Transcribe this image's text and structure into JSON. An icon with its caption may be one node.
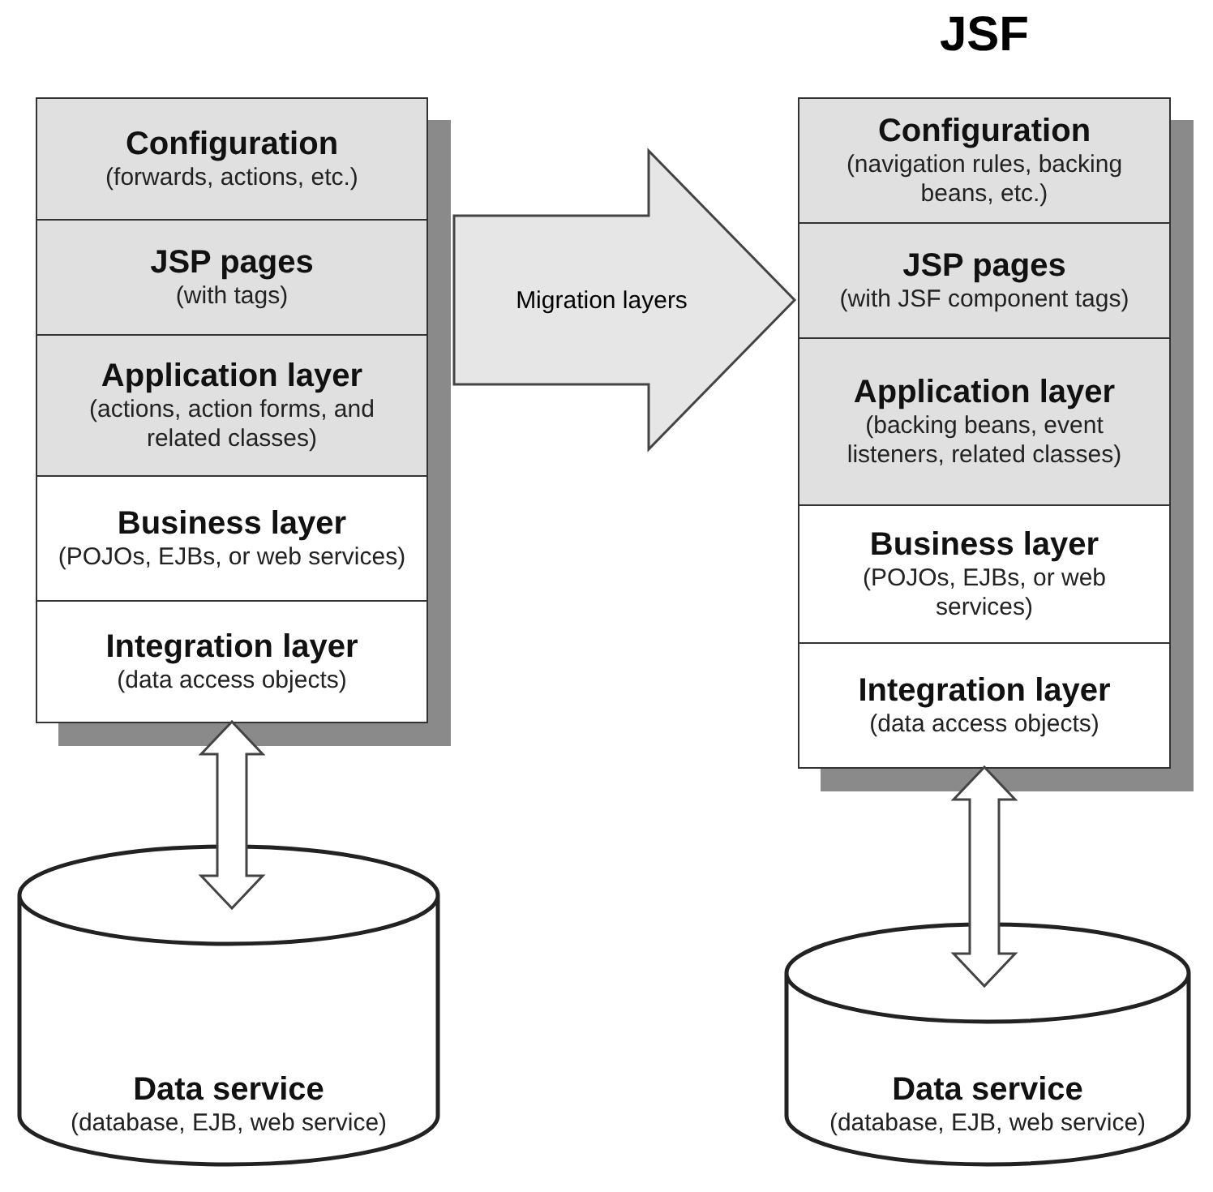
{
  "diagram": {
    "nodes": [
      {
        "text": [],
        "shape": "box"
      },
      {
        "text": [
          "Configuration",
          "(forwards, actions, etc.)"
        ],
        "in": 0
      },
      {
        "text": [
          "JSP pages",
          "(with tags)"
        ],
        "in": 0
      },
      {
        "text": [
          "Application layer",
          "(actions, action forms, and related classes)"
        ],
        "in": 0
      },
      {
        "text": [
          "Business layer",
          "(POJOs, EJBs, or web services)"
        ],
        "in": 0
      },
      {
        "text": [
          "Integration layer",
          "(data access objects)"
        ],
        "in": 0
      },
      {
        "text": [
          "Data service",
          "(database, EJB, web service)"
        ]
      },
      {
        "text": [
          "JSF"
        ]
      },
      {
        "text": [
          "Configuration",
          "(navigation rules, backing beans, etc.)"
        ],
        "in": 7
      },
      {
        "text": [
          "JSP pages",
          "(with JSF component tags)"
        ],
        "in": 7
      },
      {
        "text": [
          "Application layer",
          "(backing beans, event listeners, related classes)"
        ],
        "in": 7
      },
      {
        "text": [
          "Business layer",
          "(POJOs, EJBs, or web services)"
        ],
        "in": 7
      },
      {
        "text": [
          "Integration layer",
          "(data access objects)"
        ],
        "in": 7
      },
      {
        "text": [
          "Data service",
          "(database, EJB, web service)"
        ]
      }
    ],
    "edges": [
      {
        "from": 5,
        "to": 6,
        "arrow": "both"
      },
      {
        "from": 0,
        "to": 7,
        "arrow": "to",
        "label": "Migration layers"
      },
      {
        "from": 12,
        "to": 13,
        "arrow": "both"
      }
    ]
  }
}
